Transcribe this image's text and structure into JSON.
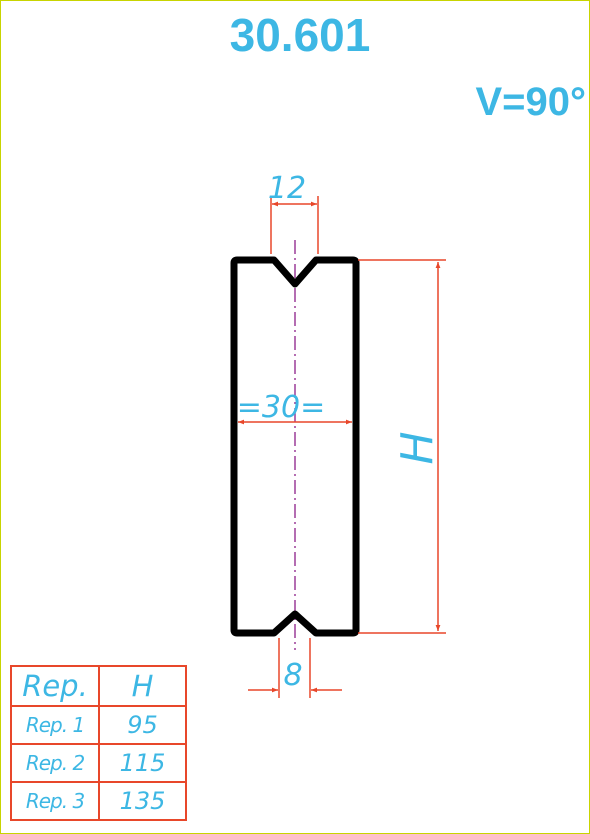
{
  "part_number": "30.601",
  "angle_label": "V=90°",
  "dimensions": {
    "top_width": "12",
    "body_width": "=30=",
    "height": "H",
    "bottom_width": "8"
  },
  "colors": {
    "text": "#3db7e4",
    "dimension_lines": "#e8472a",
    "outline": "#000000",
    "centerline": "#9b3d99",
    "frame": "#c8d400"
  },
  "table": {
    "headers": [
      "Rep.",
      "H"
    ],
    "rows": [
      {
        "rep": "Rep. 1",
        "h": "95"
      },
      {
        "rep": "Rep. 2",
        "h": "115"
      },
      {
        "rep": "Rep. 3",
        "h": "135"
      }
    ]
  }
}
